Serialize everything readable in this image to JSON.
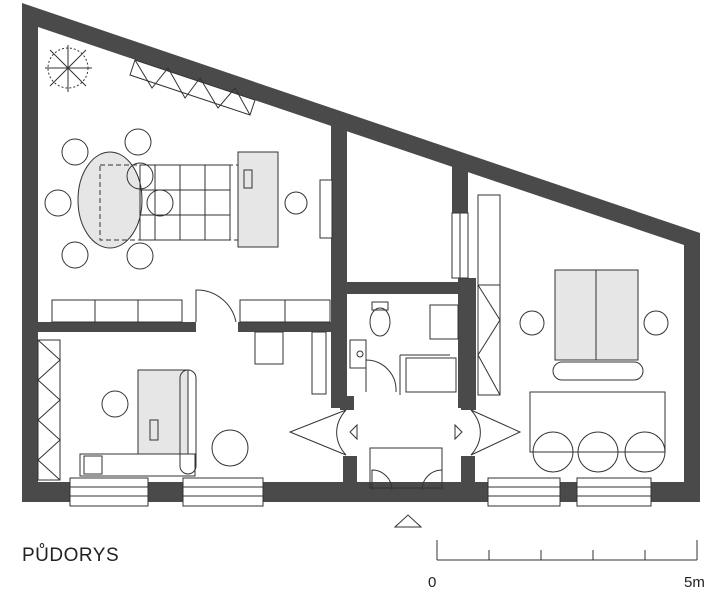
{
  "title": "PŮDORYS",
  "scale_bar": {
    "start_label": "0",
    "end_label": "5m",
    "divisions": 5
  },
  "icons": [
    "entrance-arrow-icon",
    "plant-icon",
    "chair-icon",
    "table-icon",
    "toilet-icon",
    "sink-icon",
    "door-swing-icon",
    "window-icon"
  ],
  "colors": {
    "wall": "#4a4a4a",
    "line": "#333333",
    "fill": "#e6e6e6"
  }
}
